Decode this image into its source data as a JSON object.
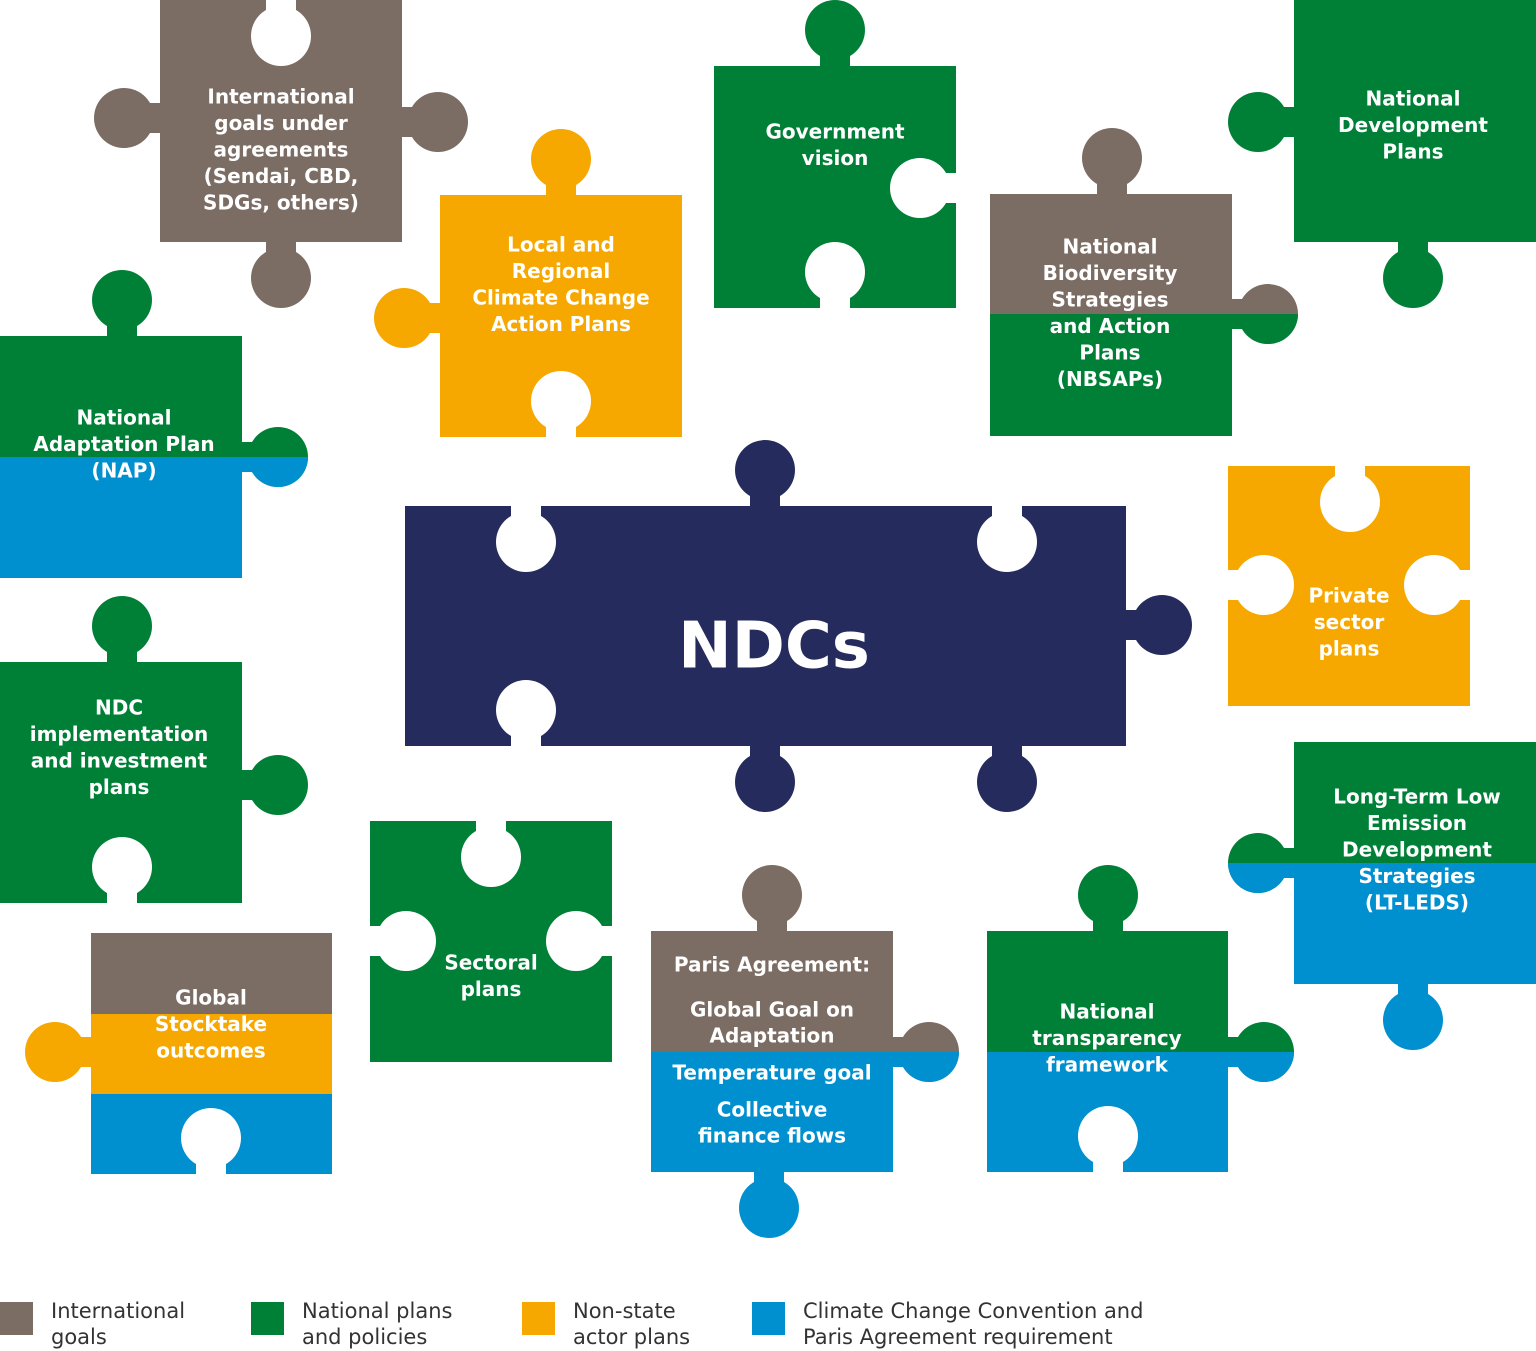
{
  "colors": {
    "international": "#7b6c64",
    "national": "#008037",
    "nonstate": "#f6a800",
    "convention": "#0090d0",
    "ndc": "#252b5c"
  },
  "pieces": {
    "intl": {
      "lines": [
        "International",
        "goals under",
        "agreements",
        "(Sendai, CBD,",
        "SDGs, others)"
      ]
    },
    "local": {
      "lines": [
        "Local and",
        "Regional",
        "Climate Change",
        "Action Plans"
      ]
    },
    "gov": {
      "lines": [
        "Government",
        "vision"
      ]
    },
    "ndp": {
      "lines": [
        "National",
        "Development",
        "Plans"
      ]
    },
    "nbsap": {
      "lines": [
        "National",
        "Biodiversity",
        "Strategies",
        "and Action",
        "Plans",
        "(NBSAPs)"
      ]
    },
    "nap": {
      "lines": [
        "National",
        "Adaptation Plan",
        "(NAP)"
      ]
    },
    "ndcs": {
      "lines": [
        "NDCs"
      ]
    },
    "private": {
      "lines": [
        "Private",
        "sector",
        "plans"
      ]
    },
    "impl": {
      "lines": [
        "NDC",
        "implementation",
        "and investment",
        "plans"
      ]
    },
    "gst": {
      "lines": [
        "Global",
        "Stocktake",
        "outcomes"
      ]
    },
    "sectoral": {
      "lines": [
        "Sectoral",
        "plans"
      ]
    },
    "paris": {
      "lines": [
        "Paris Agreement:",
        "",
        "Global Goal on",
        "Adaptation",
        "Temperature goal",
        "",
        "Collective",
        "finance flows"
      ]
    },
    "transp": {
      "lines": [
        "National",
        "transparency",
        "framework"
      ]
    },
    "ltleds": {
      "lines": [
        "Long-Term Low",
        "Emission",
        "Development",
        "Strategies",
        "(LT-LEDS)"
      ]
    }
  },
  "legend": [
    {
      "lines": [
        "International",
        "goals"
      ],
      "color": "#7b6c64"
    },
    {
      "lines": [
        "National plans",
        "and policies"
      ],
      "color": "#008037"
    },
    {
      "lines": [
        "Non-state",
        "actor plans"
      ],
      "color": "#f6a800"
    },
    {
      "lines": [
        "Climate Change Convention and",
        "Paris Agreement requirement"
      ],
      "color": "#0090d0"
    }
  ]
}
